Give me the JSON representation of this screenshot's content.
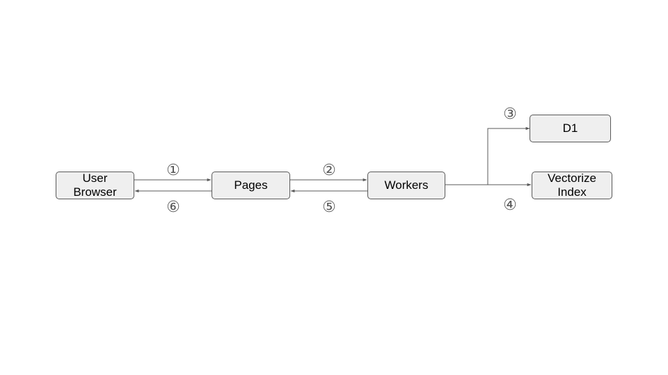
{
  "diagram": {
    "nodes": {
      "user_browser": "User\nBrowser",
      "pages": "Pages",
      "workers": "Workers",
      "d1": "D1",
      "vectorize_index": "Vectorize\nIndex"
    },
    "steps": {
      "s1": "①",
      "s2": "②",
      "s3": "③",
      "s4": "④",
      "s5": "⑤",
      "s6": "⑥"
    }
  },
  "colors": {
    "node_fill": "#efefef",
    "node_border": "#595959",
    "edge": "#595959",
    "step_text": "#595959"
  }
}
